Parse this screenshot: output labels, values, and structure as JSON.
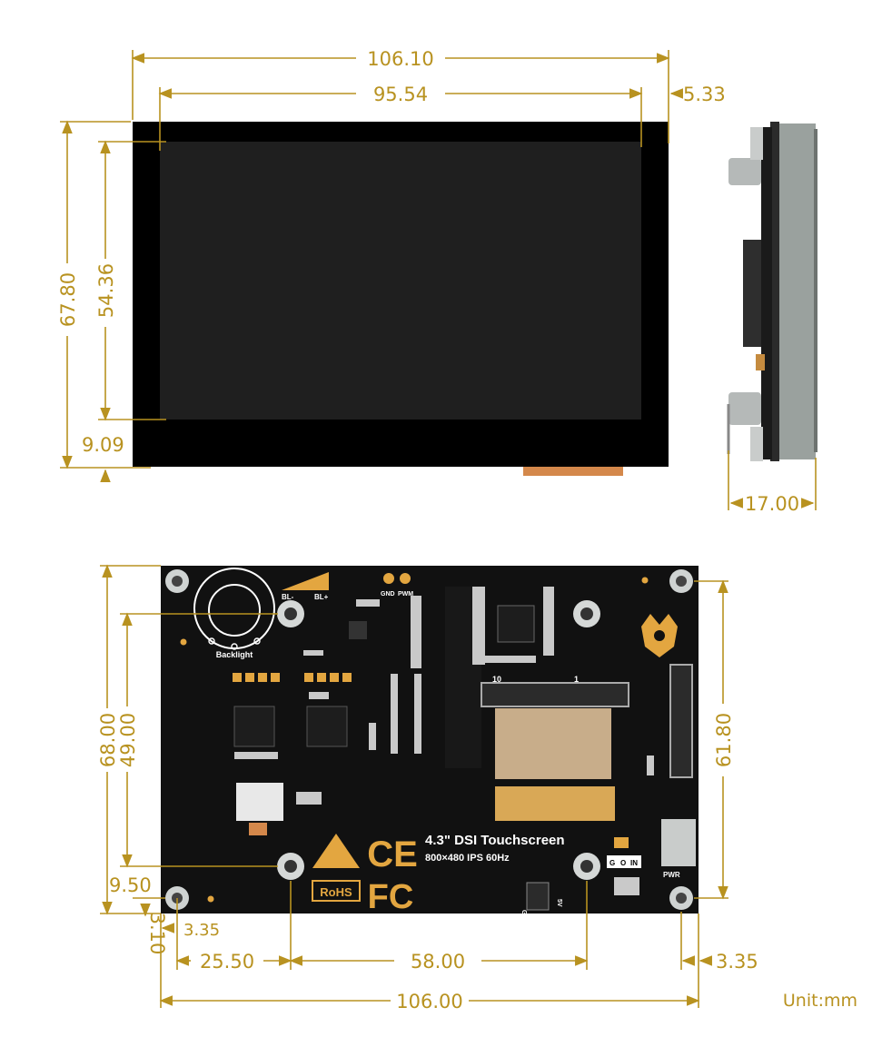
{
  "colors": {
    "dimension": "#b89220",
    "bezel": "#000000",
    "screen": "#1f1f1f",
    "pcb": "#111111",
    "silkscreen": "#ffffff",
    "logo": "#e3a640",
    "connector_gold": "#d9a856",
    "ribbon": "#c8ad8a"
  },
  "front_view": {
    "dims": {
      "outer_width": "106.10",
      "display_width": "95.54",
      "right_bezel": "5.33",
      "outer_height": "67.80",
      "display_height": "54.36",
      "bottom_bezel": "9.09"
    }
  },
  "side_view": {
    "dims": {
      "thickness": "17.00"
    }
  },
  "back_view": {
    "dims": {
      "board_height": "68.00",
      "hole_height_left": "49.00",
      "hole_height_right": "61.80",
      "left_hole_offset": "9.50",
      "bottom_hole_offset": "3.10",
      "left_hole_inset": "3.35",
      "hole_span_left": "25.50",
      "hole_span_mid": "58.00",
      "right_hole_inset": "3.35",
      "board_width": "106.00"
    },
    "silk": {
      "title": "4.3\" DSI Touchscreen",
      "subtitle": "800×480 IPS 60Hz",
      "backlight": "Backlight",
      "bl_minus": "BL-",
      "bl_plus": "BL+",
      "gnd": "GND",
      "pwm": "PWM",
      "pwr": "PWR",
      "g_label": "G",
      "o_label": "O",
      "in_label": "IN",
      "gnd_vertical": "GND",
      "five_v": "5V",
      "ce": "CE",
      "fc": "FC",
      "rohs": "RoHS",
      "conn_1": "1",
      "conn_10": "10"
    }
  },
  "unit_label": "Unit:mm"
}
